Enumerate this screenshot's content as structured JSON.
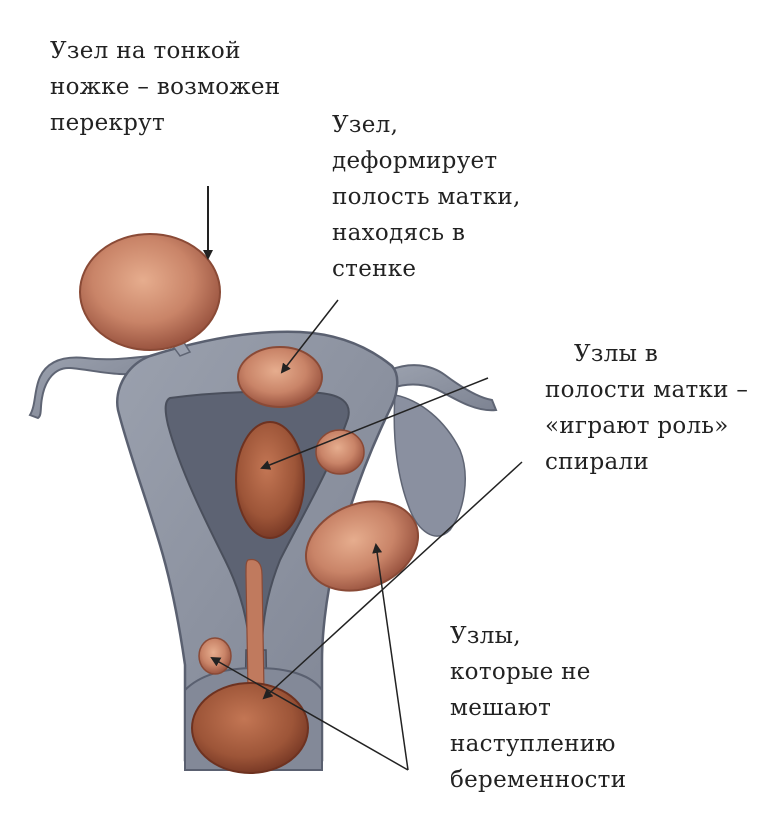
{
  "labels": {
    "pedunculated": [
      "Узел на тонкой",
      "ножке – возможен",
      "перекрут"
    ],
    "intramural": [
      "Узел,",
      "деформирует",
      "полость матки,",
      "находясь в",
      "стенке"
    ],
    "submucosal": [
      "Узлы в",
      "полости матки –",
      "«играют роль»",
      "спирали"
    ],
    "subserous": [
      "Узлы,",
      "которые не",
      "мешают",
      "наступлению",
      "беременности"
    ]
  },
  "colors": {
    "tissue": "#8f95a4",
    "tissue_dark": "#6d7382",
    "cavity": "#5d6373",
    "node": "#c98468",
    "node_dark": "#9a5440",
    "node_light": "#e0a585",
    "text": "#222222",
    "arrow": "#222222"
  }
}
